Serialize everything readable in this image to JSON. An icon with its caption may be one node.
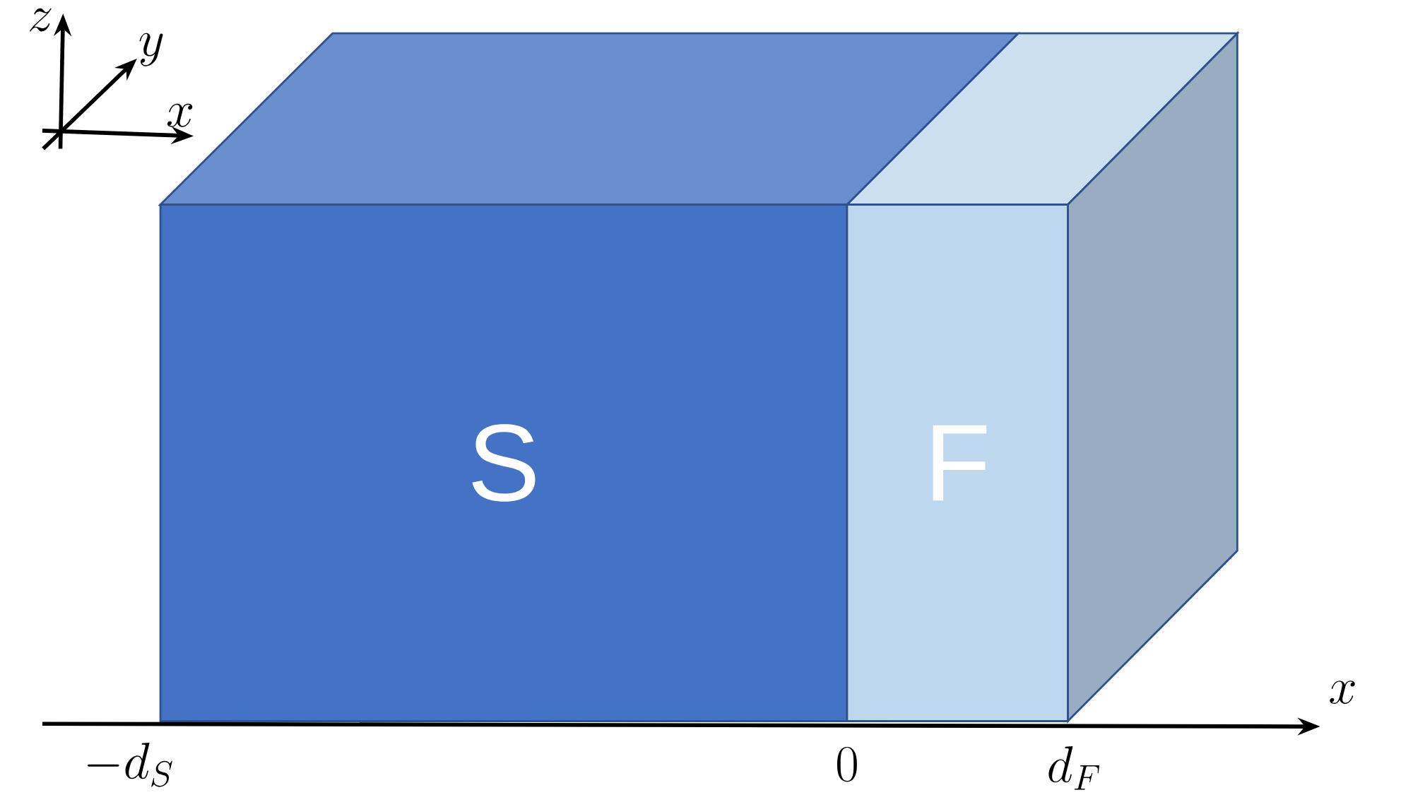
{
  "diagram": {
    "nodes": [
      {
        "text": [
          "S"
        ]
      },
      {
        "text": [
          "F"
        ]
      }
    ],
    "edges": [],
    "labels": [
      "z",
      "y",
      "x",
      "x",
      "-d_S",
      "0",
      "d_F"
    ]
  }
}
